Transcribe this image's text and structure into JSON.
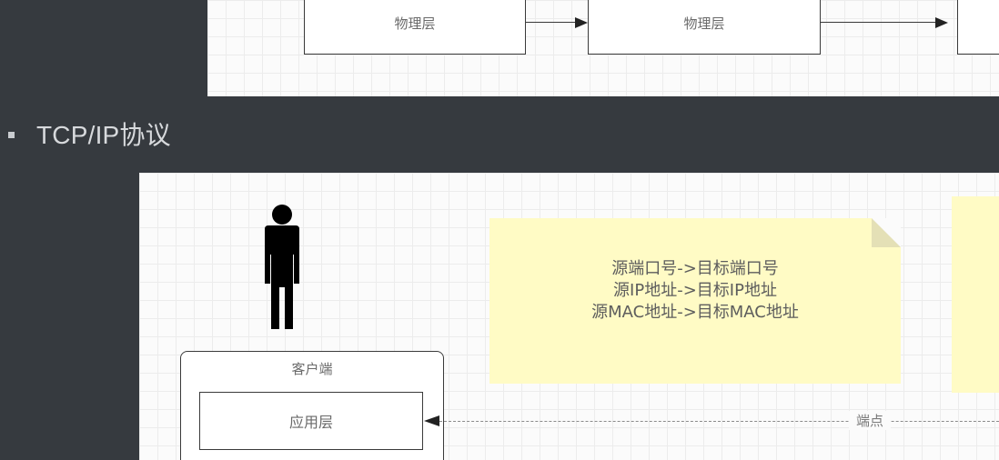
{
  "top_diagram": {
    "left_box_label": "物理层",
    "middle_box_label": "物理层"
  },
  "bullet": {
    "text": "TCP/IP协议"
  },
  "bottom_diagram": {
    "note_lines": [
      "源端口号->目标端口号",
      "源IP地址->目标IP地址",
      "源MAC地址->目标MAC地址"
    ],
    "client_label": "客户端",
    "app_layer_label": "应用层",
    "connector_label": "端点"
  },
  "colors": {
    "background": "#363a3f",
    "note_fill": "#fffbc5",
    "diagram_bg": "#fbfbfb",
    "stroke": "#3a3a3a"
  }
}
